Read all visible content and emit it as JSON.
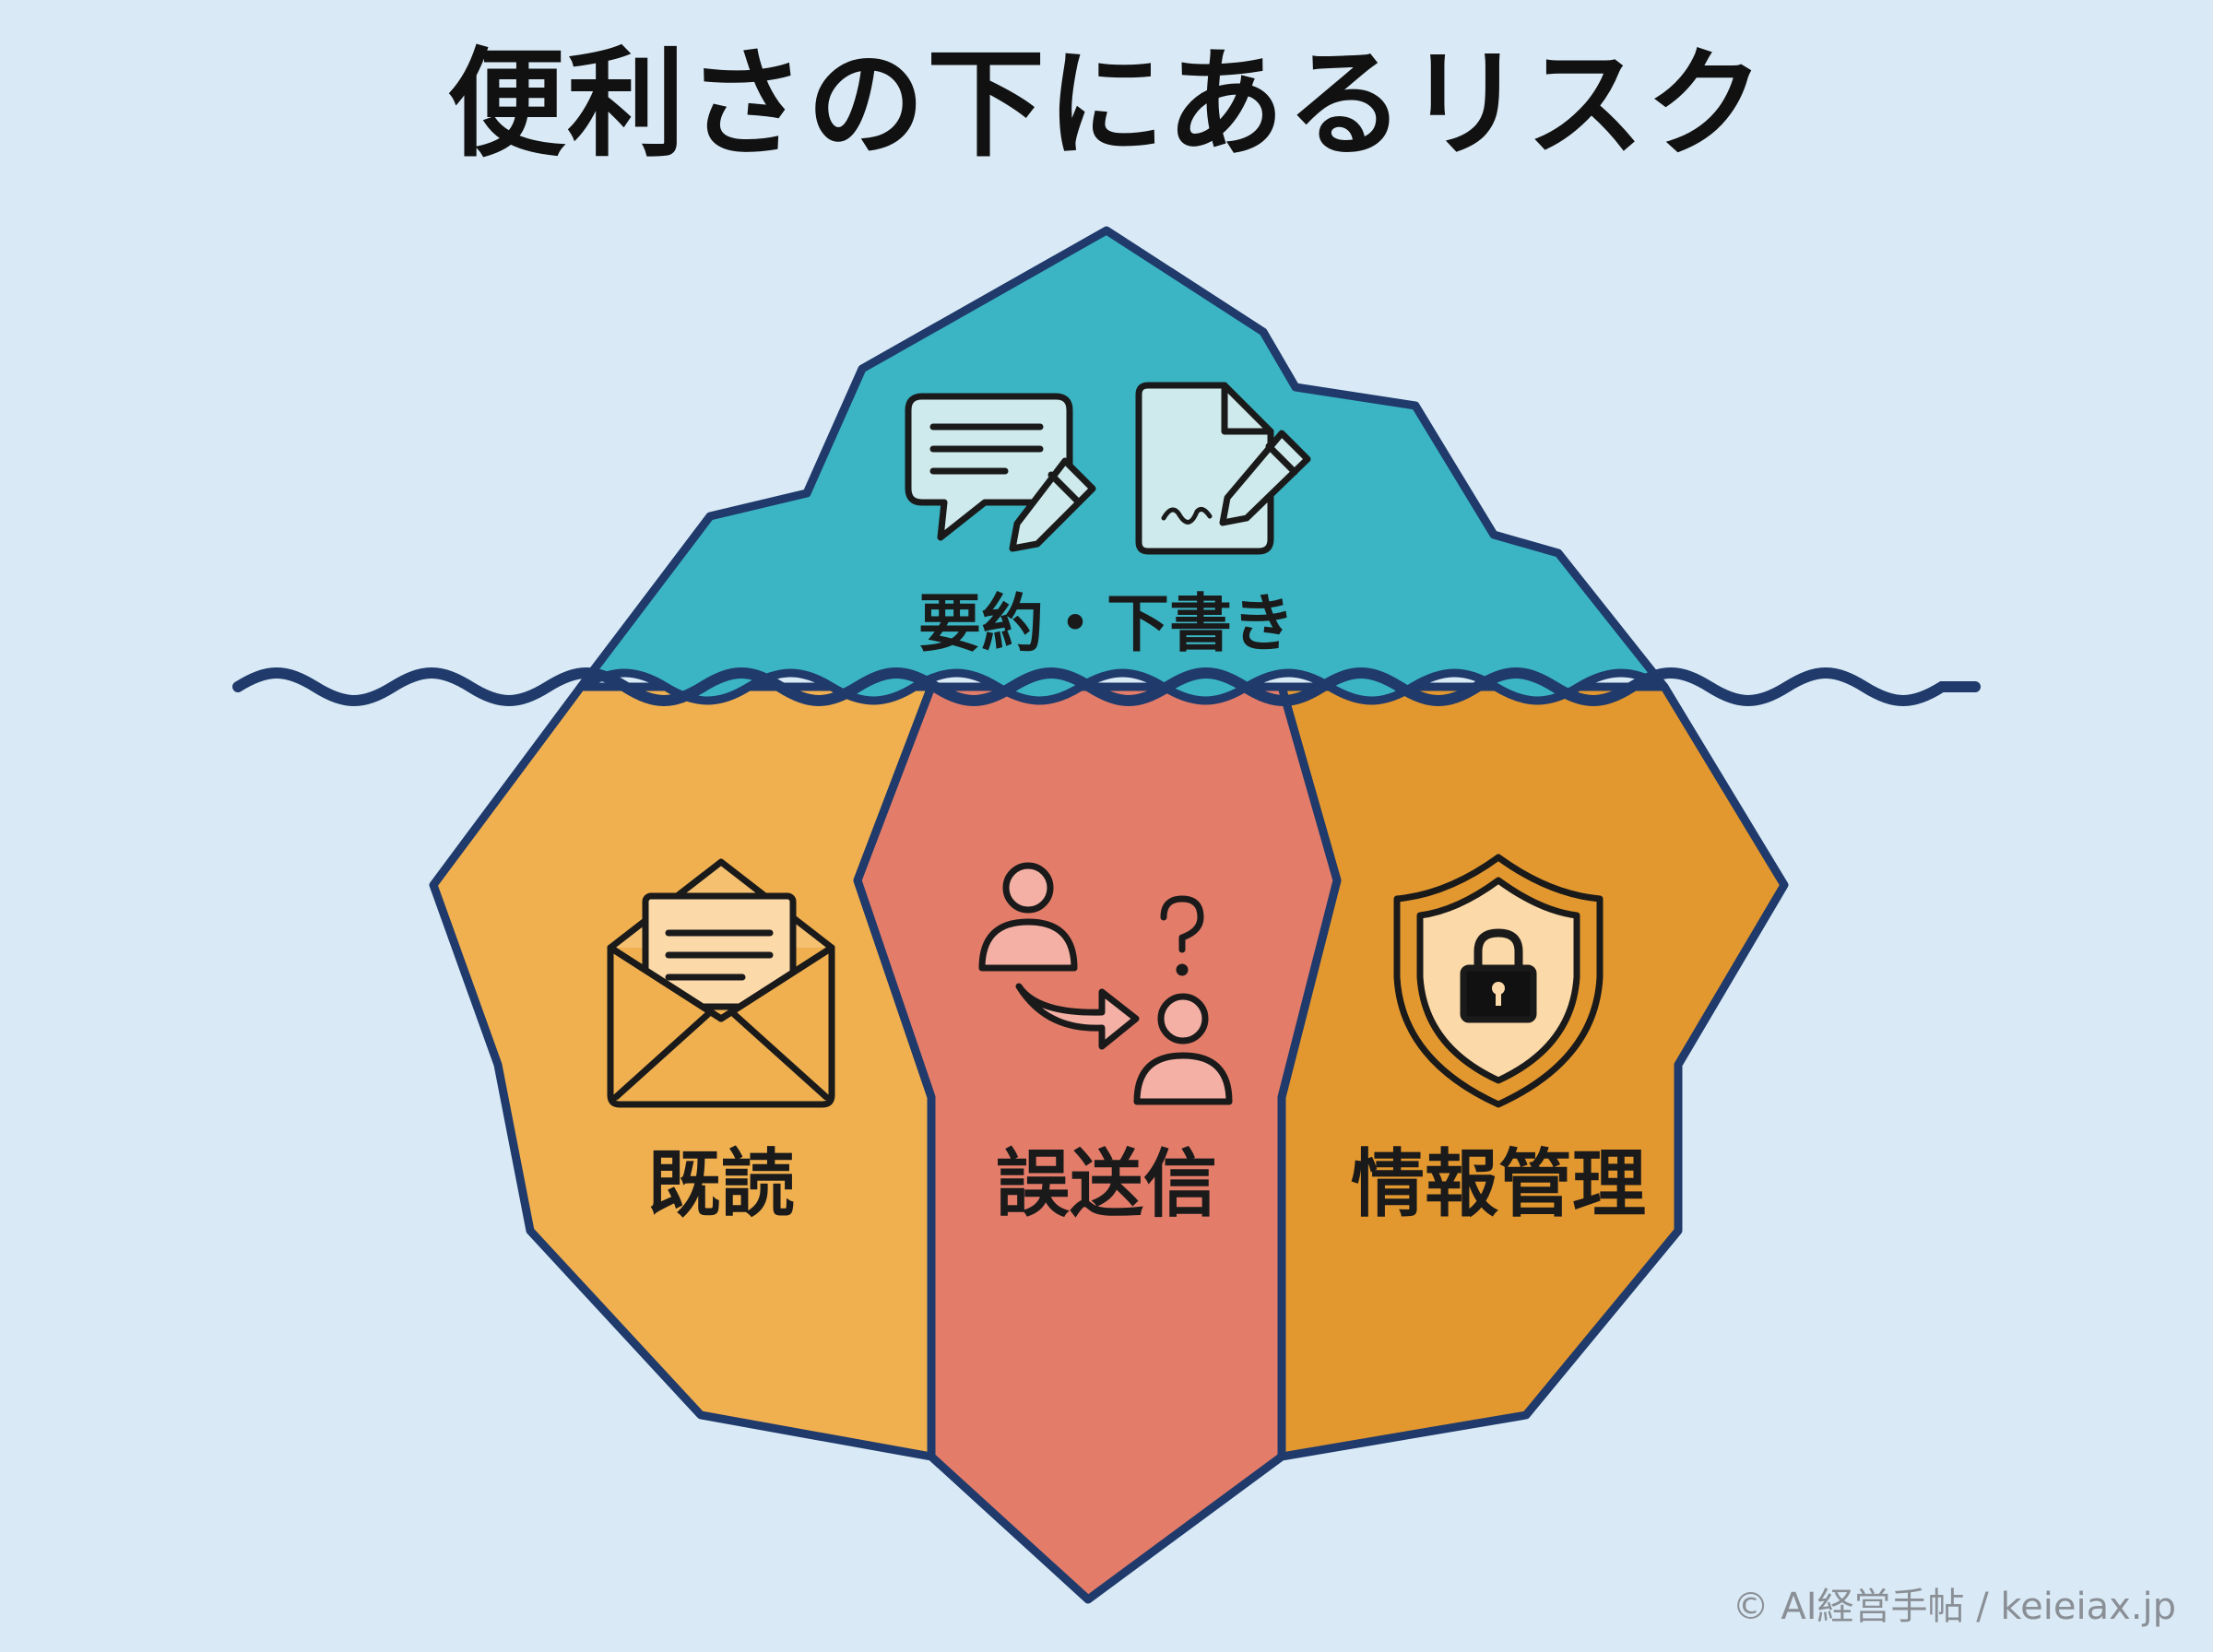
{
  "title": "便利さの下にあるリスク",
  "iceberg": {
    "tip": {
      "label": "要約・下書き",
      "icons": [
        "chat-bubble-pencil-icon",
        "document-pencil-icon"
      ],
      "color": "#3bb5c3"
    },
    "underwater": [
      {
        "label": "既読",
        "icon": "open-envelope-icon",
        "color": "#f0b050"
      },
      {
        "label": "誤送信",
        "icon": "misdirected-send-icon",
        "color": "#e37d6a"
      },
      {
        "label": "情報管理",
        "icon": "shield-lock-icon",
        "color": "#e3982f"
      }
    ]
  },
  "colors": {
    "background": "#d9eaf6",
    "outline": "#1f3a6b",
    "icon_stroke": "#1a1a1a",
    "icon_fill_light": "#cfeaec",
    "icon_fill_peach": "#fcd9a8",
    "icon_fill_pink": "#f4b0a4"
  },
  "copyright": "© AI経営手帖 / keieiax.jp"
}
